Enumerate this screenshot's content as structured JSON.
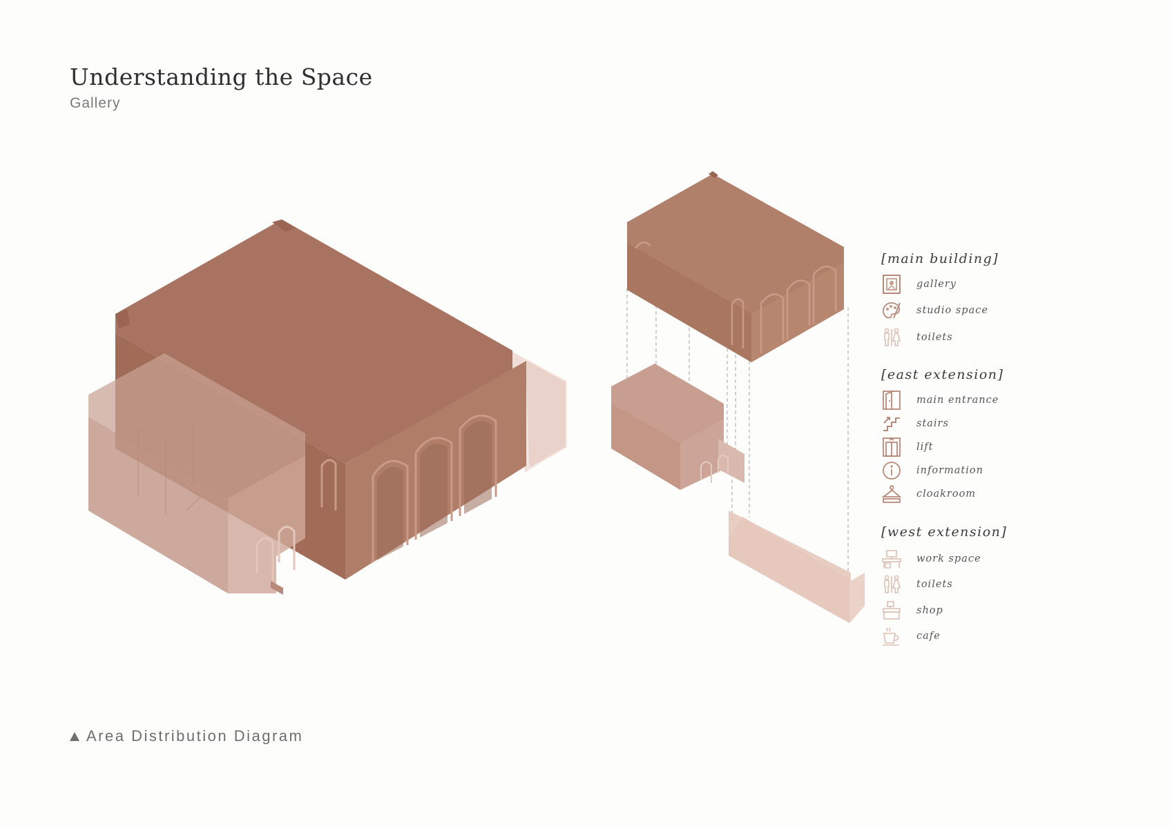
{
  "header": {
    "title": "Understanding the Space",
    "subtitle": "Gallery"
  },
  "caption": "Area Distribution Diagram",
  "colors": {
    "main": "#b1806b",
    "main_dark": "#9c6d58",
    "east": "#c79e8f",
    "west": "#e6c9be",
    "icon": "#c49a8a",
    "icon_light": "#dcc0b5"
  },
  "legend": {
    "groups": [
      {
        "title": "[main building]",
        "items": [
          {
            "label": "gallery",
            "icon": "framed-picture-icon"
          },
          {
            "label": "studio space",
            "icon": "paint-palette-icon"
          },
          {
            "label": "toilets",
            "icon": "toilets-icon"
          }
        ]
      },
      {
        "title": "[east extension]",
        "items": [
          {
            "label": "main entrance",
            "icon": "door-icon"
          },
          {
            "label": "stairs",
            "icon": "stairs-icon"
          },
          {
            "label": "lift",
            "icon": "lift-icon"
          },
          {
            "label": "information",
            "icon": "info-icon"
          },
          {
            "label": "cloakroom",
            "icon": "coat-hanger-icon"
          }
        ]
      },
      {
        "title": "[west extension]",
        "items": [
          {
            "label": "work space",
            "icon": "desk-icon"
          },
          {
            "label": "toilets",
            "icon": "toilets-icon"
          },
          {
            "label": "shop",
            "icon": "shop-counter-icon"
          },
          {
            "label": "cafe",
            "icon": "coffee-cup-icon"
          }
        ]
      }
    ]
  }
}
